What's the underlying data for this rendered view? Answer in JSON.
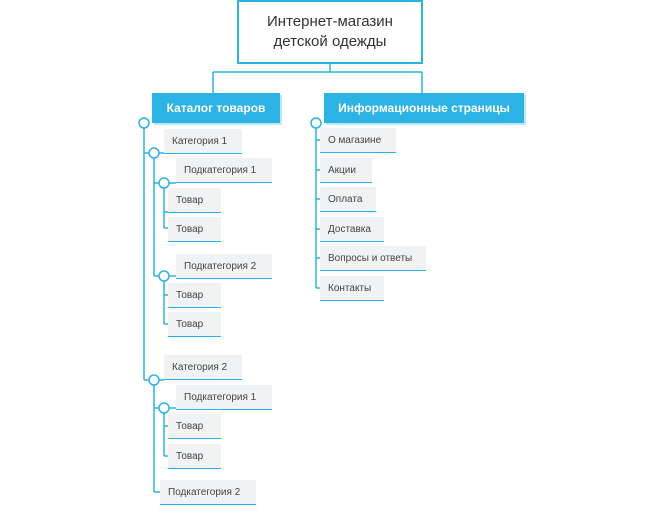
{
  "root": {
    "title": "Интернет-магазин детской одежды"
  },
  "catalog": {
    "header": "Каталог товаров",
    "category1": {
      "label": "Категория 1",
      "sub1": {
        "label": "Подкатегория 1",
        "items": [
          "Товар",
          "Товар"
        ]
      },
      "sub2": {
        "label": "Подкатегория 2",
        "items": [
          "Товар",
          "Товар"
        ]
      }
    },
    "category2": {
      "label": "Категория 2",
      "sub1": {
        "label": "Подкатегория 1",
        "items": [
          "Товар",
          "Товар"
        ]
      },
      "sub2": {
        "label": "Подкатегория 2"
      }
    }
  },
  "info": {
    "header": "Информационные страницы",
    "items": [
      "О магазине",
      "Акции",
      "Оплата",
      "Доставка",
      "Вопросы и ответы",
      "Контакты"
    ]
  },
  "colors": {
    "accent": "#2bb3e6",
    "node_bg": "#f1f2f3",
    "text": "#333333"
  }
}
